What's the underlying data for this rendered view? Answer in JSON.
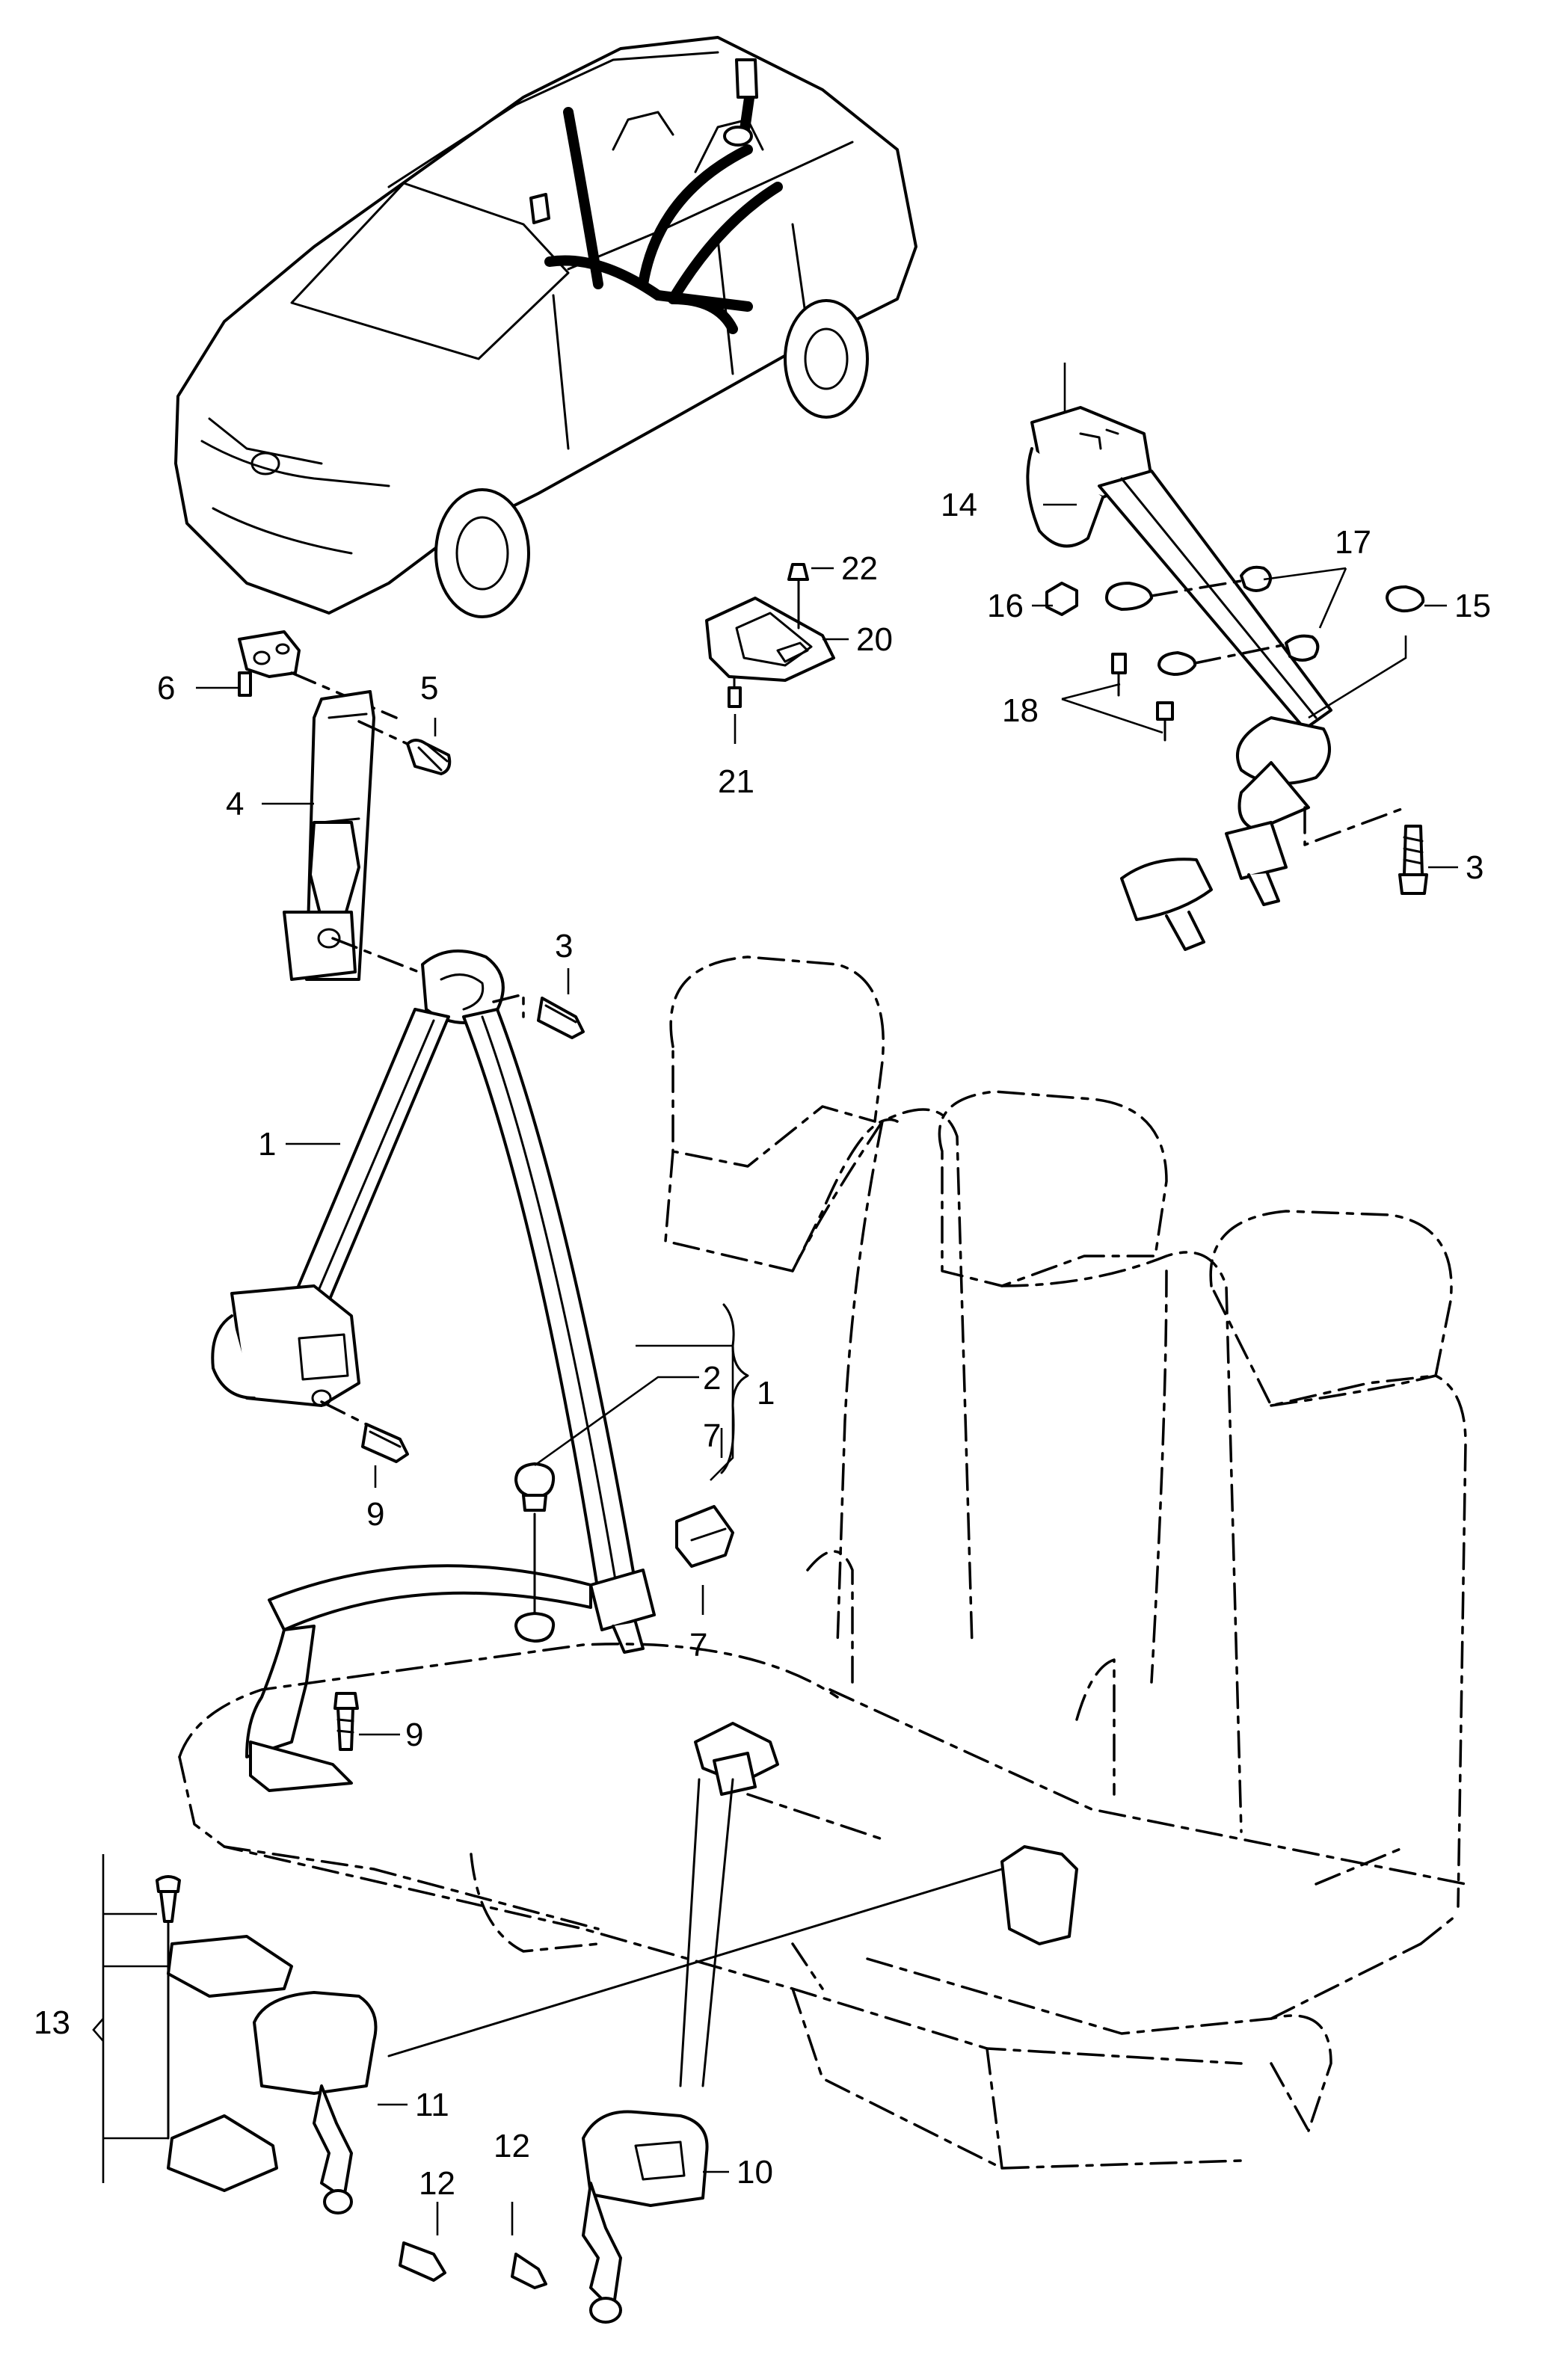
{
  "labels": {
    "p1": "1",
    "p1b": "1",
    "p2": "2",
    "p3a": "3",
    "p3b": "3",
    "p4": "4",
    "p5": "5",
    "p6": "6",
    "p7a": "7",
    "p7b": "7",
    "p9a": "9",
    "p9b": "9",
    "p10": "10",
    "p11": "11",
    "p12a": "12",
    "p12b": "12",
    "p13": "13",
    "p14": "14",
    "p15": "15",
    "p16": "16",
    "p17": "17",
    "p18": "18",
    "p20": "20",
    "p21": "21",
    "p22": "22"
  }
}
